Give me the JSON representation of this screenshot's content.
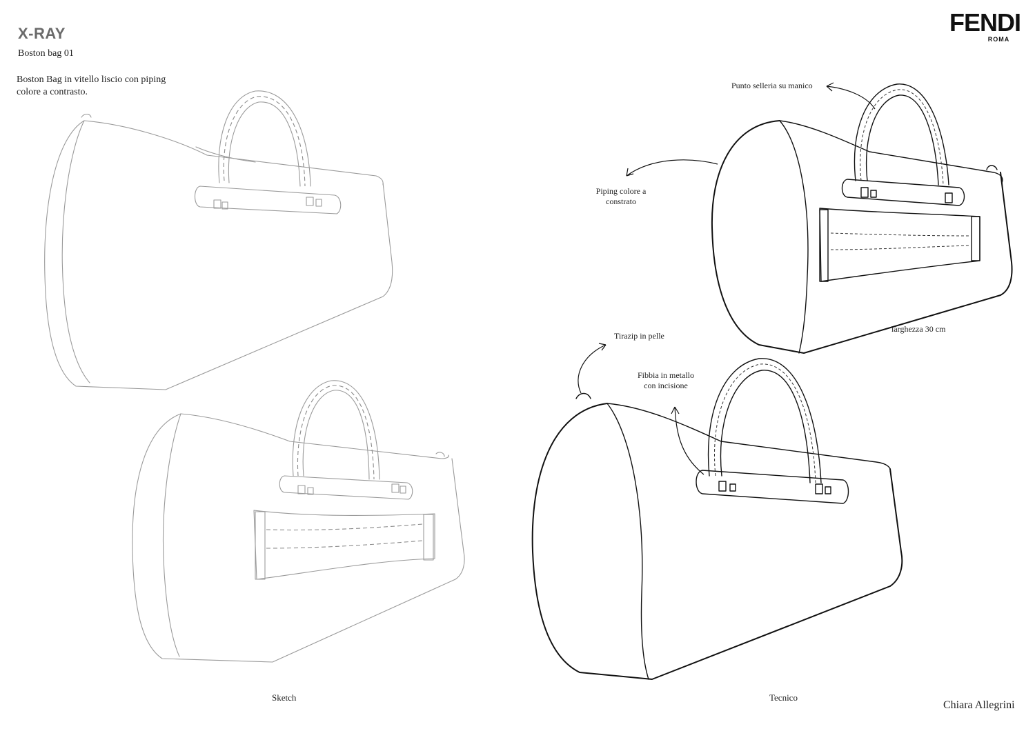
{
  "header": {
    "title": "X-RAY",
    "subtitle": "Boston bag 01",
    "description": "Boston Bag in vitello liscio con piping colore a contrasto."
  },
  "brand": {
    "name": "FENDI",
    "sub": "ROMA"
  },
  "annotations": {
    "handle_stitch": "Punto selleria su manico",
    "piping": "Piping colore a constrato",
    "width": "larghezza 30 cm",
    "zip_pull": "Tirazip in pelle",
    "buckle": "Fibbia in metallo con incisione"
  },
  "captions": {
    "sketch": "Sketch",
    "technical": "Tecnico"
  },
  "author": "Chiara Allegrini"
}
